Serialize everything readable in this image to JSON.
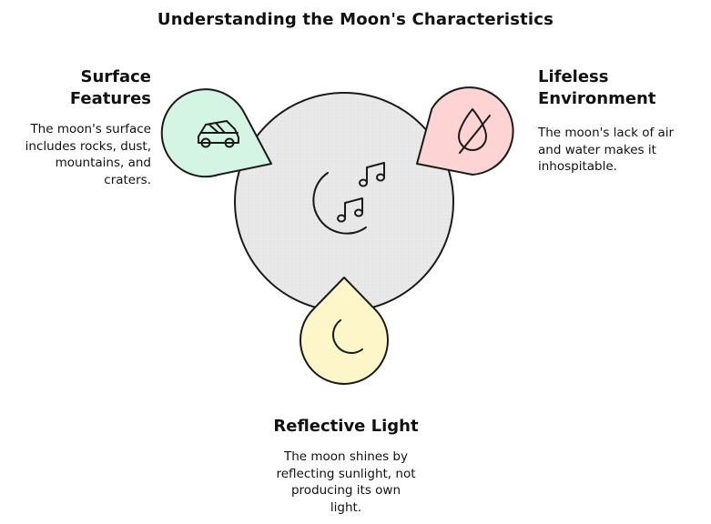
{
  "title": "Understanding the Moon's Characteristics",
  "sections": {
    "surface": {
      "heading_line1": "Surface",
      "heading_line2": "Features",
      "desc_lines": [
        "The moon's surface",
        "includes rocks, dust,",
        "mountains, and",
        "craters."
      ],
      "icon": "moon-rover-icon",
      "color": "#d4f4e4"
    },
    "lifeless": {
      "heading_line1": "Lifeless",
      "heading_line2": "Environment",
      "desc_lines": [
        "The moon's lack of air",
        "and water makes it",
        "inhospitable."
      ],
      "icon": "no-water-drop-icon",
      "color": "#fdd3d3"
    },
    "light": {
      "heading": "Reflective Light",
      "desc_lines": [
        "The moon shines by",
        "reflecting sunlight, not",
        "producing its own",
        "light."
      ],
      "icon": "crescent-moon-icon",
      "color": "#fdf6c8"
    }
  },
  "center": {
    "icon": "moon-music-icon",
    "color": "#e9e9e9"
  }
}
